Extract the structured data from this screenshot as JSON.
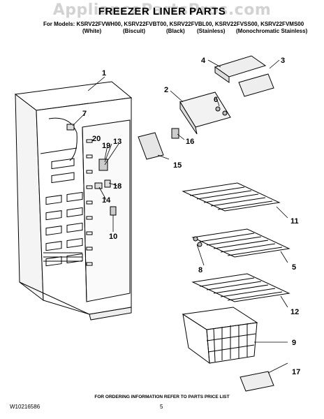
{
  "header": {
    "watermark": "AppliancePartsPros.com",
    "title": "FREEZER LINER PARTS",
    "models": "For Models: KSRV22FVWH00, KSRV22FVBT00, KSRV22FVBL00, KSRV22FVSS00, KSRV22FVMS00",
    "finishes": [
      "(White)",
      "(Biscuit)",
      "(Black)",
      "(Stainless)",
      "(Monochromatic Stainless)"
    ]
  },
  "callouts": [
    "1",
    "2",
    "3",
    "4",
    "5",
    "6",
    "7",
    "8",
    "9",
    "10",
    "11",
    "12",
    "13",
    "14",
    "15",
    "16",
    "17",
    "18",
    "19",
    "20"
  ],
  "footer": {
    "note": "FOR ORDERING INFORMATION REFER TO PARTS PRICE LIST",
    "doc_number": "W10216586",
    "page": "5"
  }
}
